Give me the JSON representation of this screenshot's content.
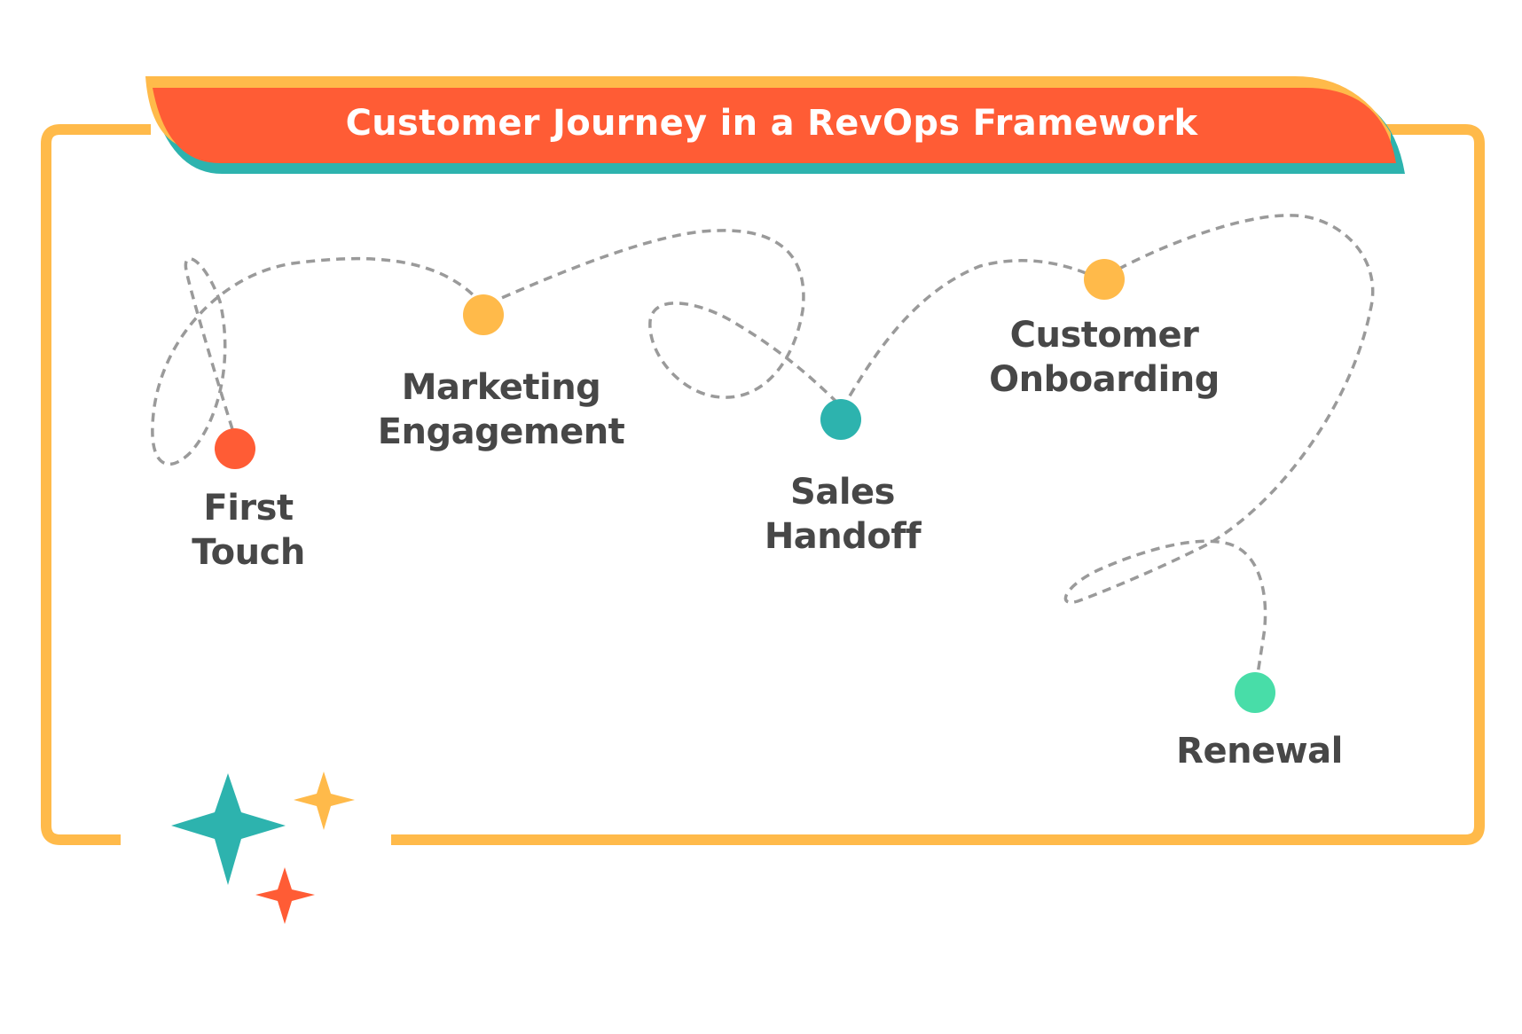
{
  "title": "Customer Journey in a RevOps Framework",
  "colors": {
    "frame": "#FFBA4A",
    "banner": "#FF5C35",
    "banner_shadow": "#2DB3AE",
    "banner_top": "#FFBA4A",
    "path": "#9A9A9A",
    "label_text": "#474747",
    "title_text": "#FFFFFF"
  },
  "stages": [
    {
      "id": "first-touch",
      "lines": [
        "First",
        "Touch"
      ],
      "color": "#FF5C35",
      "order": 1
    },
    {
      "id": "marketing-engagement",
      "lines": [
        "Marketing",
        "Engagement"
      ],
      "color": "#FFBA4A",
      "order": 2
    },
    {
      "id": "sales-handoff",
      "lines": [
        "Sales",
        "Handoff"
      ],
      "color": "#2DB3AE",
      "order": 3
    },
    {
      "id": "customer-onboarding",
      "lines": [
        "Customer",
        "Onboarding"
      ],
      "color": "#FFBA4A",
      "order": 4
    },
    {
      "id": "renewal",
      "lines": [
        "Renewal"
      ],
      "color": "#48DDA8",
      "order": 5
    }
  ],
  "decorations": [
    {
      "name": "sparkle-large",
      "color": "#2DB3AE"
    },
    {
      "name": "sparkle-medium",
      "color": "#FFBA4A"
    },
    {
      "name": "sparkle-small",
      "color": "#FF5C35"
    }
  ]
}
